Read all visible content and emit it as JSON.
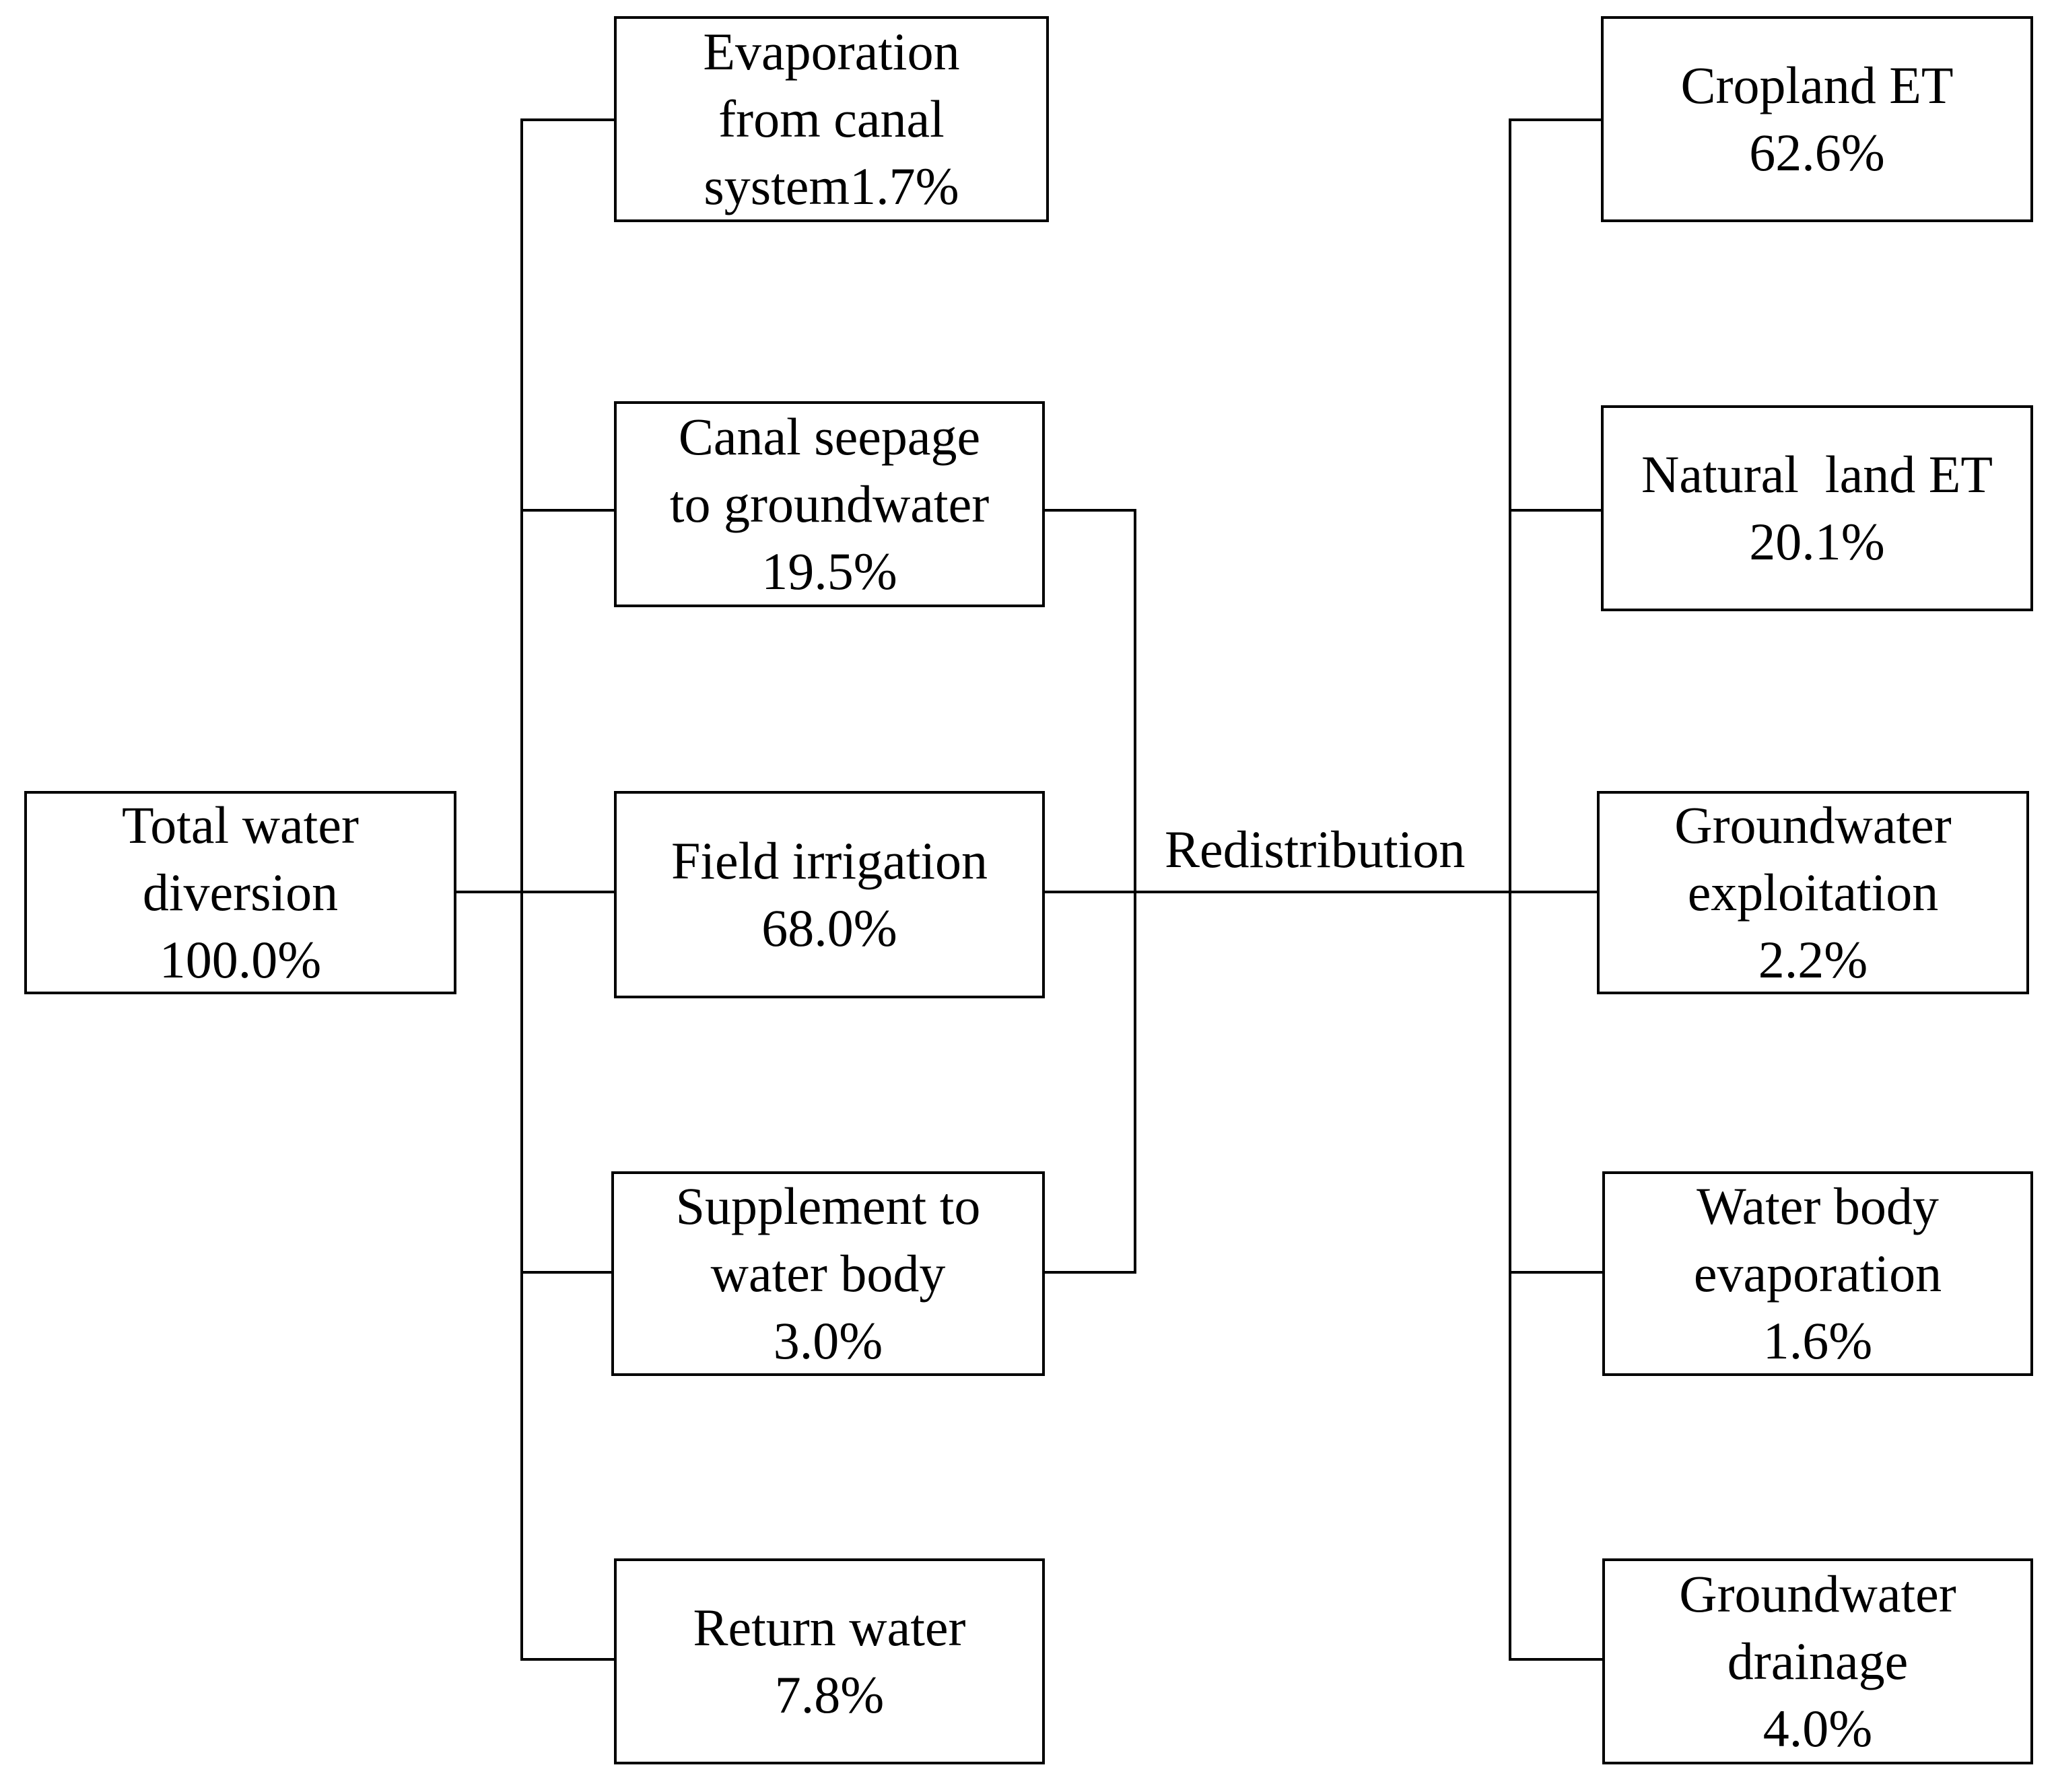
{
  "diagram": {
    "source": {
      "lines": [
        "Total water",
        "diversion",
        "100.0%"
      ]
    },
    "diversion_branches": [
      {
        "id": "evaporation",
        "lines": [
          "Evaporation",
          "from canal",
          "system1.7%"
        ]
      },
      {
        "id": "seepage",
        "lines": [
          "Canal seepage",
          "to groundwater",
          "19.5%"
        ]
      },
      {
        "id": "irrigation",
        "lines": [
          "Field irrigation",
          "68.0%"
        ]
      },
      {
        "id": "supplement",
        "lines": [
          "Supplement to",
          "water body",
          "3.0%"
        ]
      },
      {
        "id": "return",
        "lines": [
          "Return water",
          "7.8%"
        ]
      }
    ],
    "redistribution_label": "Redistribution",
    "outcomes": [
      {
        "id": "cropland",
        "lines": [
          "Cropland ET",
          "62.6%"
        ]
      },
      {
        "id": "natural",
        "lines": [
          "Natural  land ET",
          "20.1%"
        ]
      },
      {
        "id": "gw-exploit",
        "lines": [
          "Groundwater",
          "exploitation",
          "2.2%"
        ]
      },
      {
        "id": "wb-evap",
        "lines": [
          "Water body",
          "evaporation",
          "1.6%"
        ]
      },
      {
        "id": "gw-drain",
        "lines": [
          "Groundwater",
          "drainage",
          "4.0%"
        ]
      }
    ]
  }
}
